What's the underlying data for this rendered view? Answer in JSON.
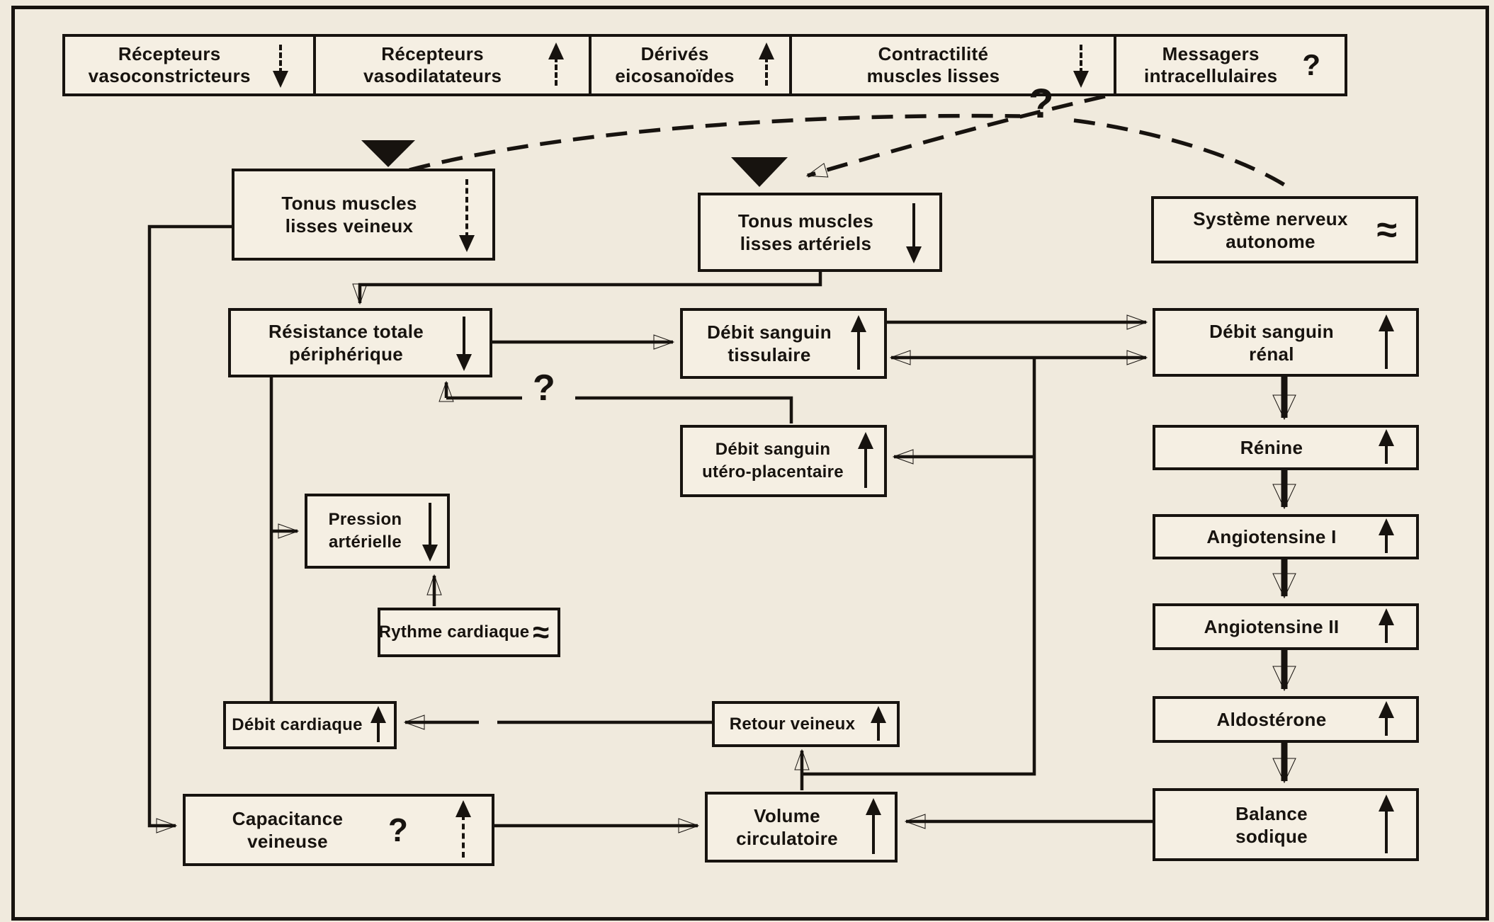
{
  "page": {
    "background": "#f0eadd",
    "ink": "#17130f",
    "box_fill": "#f5efe3"
  },
  "icons": {
    "approx": "≈",
    "question": "?"
  },
  "header": {
    "cells": [
      {
        "line1": "Récepteurs",
        "line2": "vasoconstricteurs",
        "indicator": "dashed-arrow-down"
      },
      {
        "line1": "Récepteurs",
        "line2": "vasodilatateurs",
        "indicator": "dashed-arrow-up"
      },
      {
        "line1": "Dérivés",
        "line2": "eicosanoïdes",
        "indicator": "dashed-arrow-up"
      },
      {
        "line1": "Contractilité",
        "line2": "muscles lisses",
        "indicator": "dashed-arrow-down"
      },
      {
        "line1": "Messagers",
        "line2": "intracellulaires",
        "indicator": "question-mark"
      }
    ]
  },
  "nodes": {
    "tonus_veineux": {
      "line1": "Tonus muscles",
      "line2": "lisses veineux",
      "indicator": "dashed-arrow-down"
    },
    "tonus_arteriels": {
      "line1": "Tonus muscles",
      "line2": "lisses artériels",
      "indicator": "arrow-down"
    },
    "systeme_nerveux": {
      "line1": "Système nerveux",
      "line2": "autonome",
      "indicator": "approx"
    },
    "resistance": {
      "line1": "Résistance totale",
      "line2": "périphérique",
      "indicator": "arrow-down"
    },
    "tissulaire": {
      "line1": "Débit sanguin",
      "line2": "tissulaire",
      "indicator": "arrow-up"
    },
    "renal": {
      "line1": "Débit sanguin",
      "line2": "rénal",
      "indicator": "arrow-up"
    },
    "utero": {
      "line1": "Débit sanguin",
      "line2": "utéro-placentaire",
      "indicator": "arrow-up"
    },
    "pression": {
      "line1": "Pression",
      "line2": "artérielle",
      "indicator": "arrow-down"
    },
    "rythme": {
      "line1": "Rythme cardiaque",
      "indicator": "approx"
    },
    "renine": {
      "line1": "Rénine",
      "indicator": "arrow-up"
    },
    "angiotensine1": {
      "line1": "Angiotensine I",
      "indicator": "arrow-up"
    },
    "angiotensine2": {
      "line1": "Angiotensine II",
      "indicator": "arrow-up"
    },
    "aldosterone": {
      "line1": "Aldostérone",
      "indicator": "arrow-up"
    },
    "balance": {
      "line1": "Balance",
      "line2": "sodique",
      "indicator": "arrow-up"
    },
    "debit_cardiaque": {
      "line1": "Débit cardiaque",
      "indicator": "arrow-up"
    },
    "retour": {
      "line1": "Retour veineux",
      "indicator": "arrow-up"
    },
    "capacitance": {
      "line1": "Capacitance",
      "line2": "veineuse",
      "indicator": "question-mark + dashed-arrow-up"
    },
    "volume": {
      "line1": "Volume",
      "line2": "circulatoire",
      "indicator": "arrow-up"
    }
  },
  "annotations": {
    "question_top": "?",
    "question_mid": "?"
  }
}
